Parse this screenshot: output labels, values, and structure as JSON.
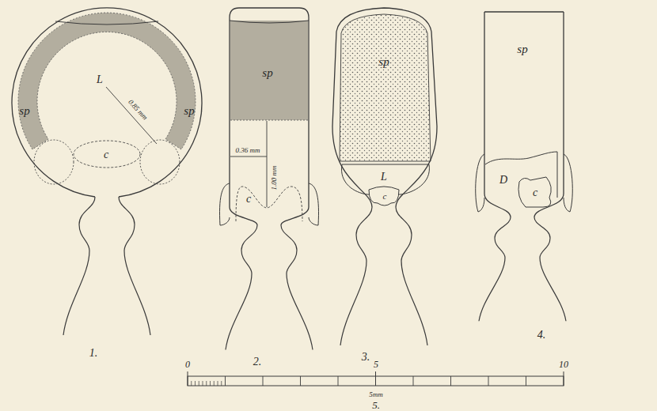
{
  "diagram": {
    "labels": [
      "sp",
      "sp",
      "L",
      "0.85 mm",
      "c",
      "1.",
      "sp",
      "1.00 mm",
      "0.36 mm",
      "c",
      "2.",
      "sp",
      "L",
      "c",
      "3.",
      "sp",
      "D",
      "c",
      "4.",
      "0",
      "5",
      "10",
      "5mm",
      "5."
    ]
  }
}
